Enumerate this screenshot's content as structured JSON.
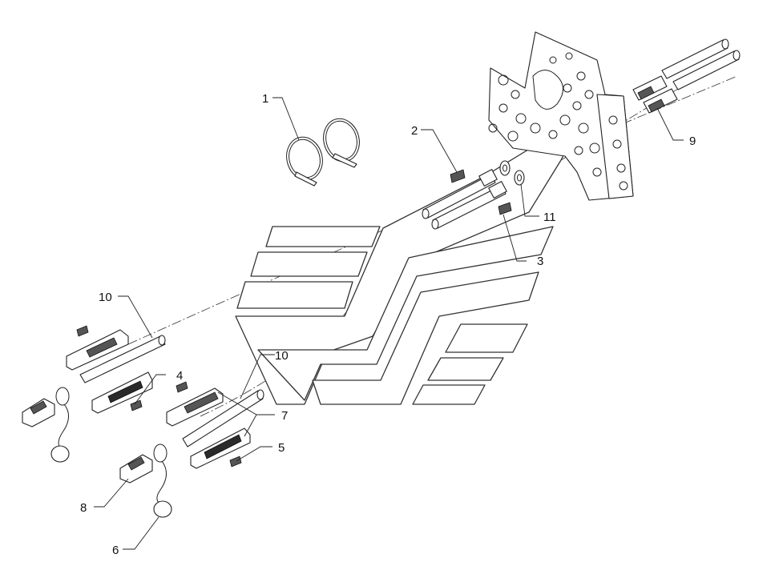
{
  "diagram": {
    "callouts": {
      "c1": "1",
      "c2": "2",
      "c3": "3",
      "c4": "4",
      "c5": "5",
      "c6": "6",
      "c7": "7",
      "c8": "8",
      "c9": "9",
      "c10a": "10",
      "c10b": "10",
      "c11": "11"
    },
    "colors": {
      "line": "#222222",
      "background": "#ffffff"
    }
  }
}
